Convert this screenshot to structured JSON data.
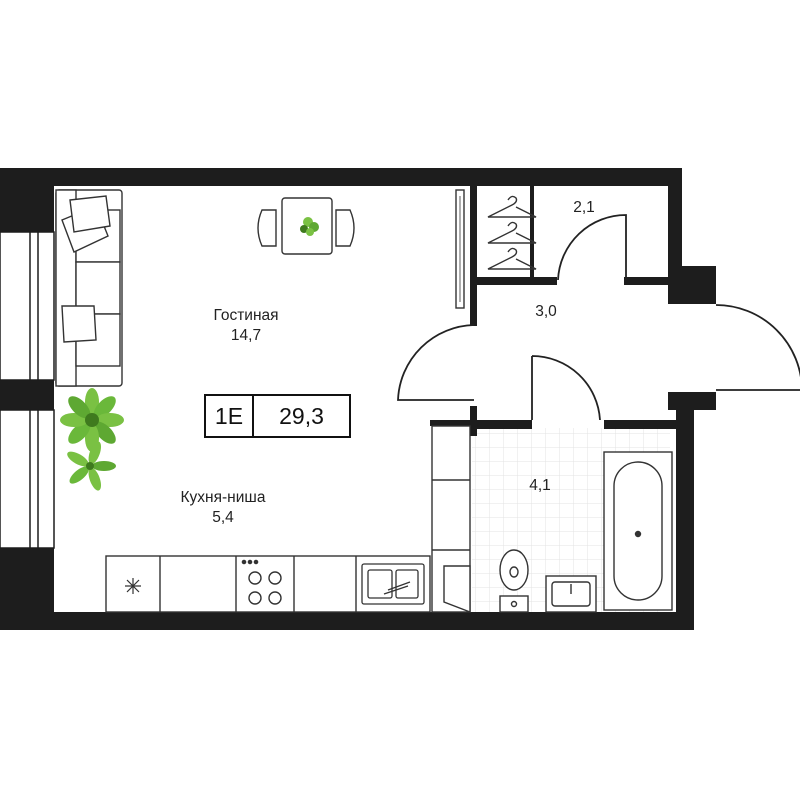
{
  "apartment": {
    "code": "1E",
    "total_area": "29,3"
  },
  "rooms": [
    {
      "name": "Гостиная",
      "area": "14,7"
    },
    {
      "name": "Кухня-ниша",
      "area": "5,4"
    },
    {
      "name": "",
      "area": "2,1"
    },
    {
      "name": "",
      "area": "3,0"
    },
    {
      "name": "",
      "area": "4,1"
    }
  ],
  "colors": {
    "wall": "#1d1d1d",
    "plant": "#7ac143",
    "plant_dark": "#3f7a1e",
    "line": "#444444",
    "tile": "#e6e6e6"
  },
  "icons": [
    "sofa-icon",
    "dining-table-icon",
    "plant-icon",
    "stove-icon",
    "sink-icon",
    "bathtub-icon",
    "toilet-icon",
    "hanger-icon",
    "fridge-icon"
  ]
}
